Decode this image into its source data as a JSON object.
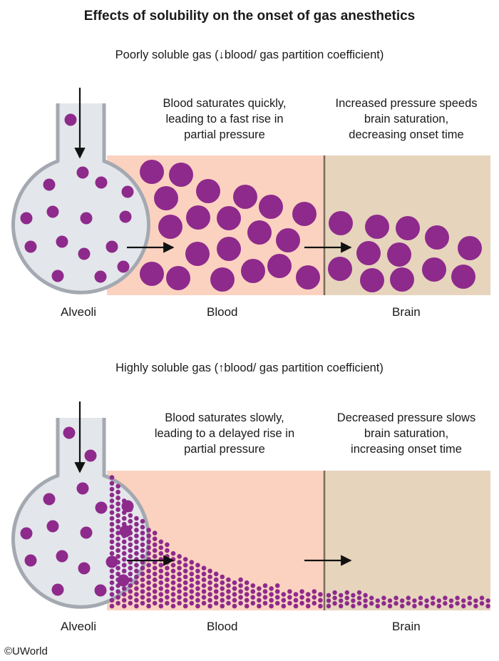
{
  "title": "Effects of solubility on the onset of gas anesthetics",
  "colors": {
    "particle": "#8e2a8c",
    "blood_bg": "#fbd2c0",
    "brain_bg": "#e6d4bd",
    "alveoli_fill": "#e3e6ea",
    "alveoli_stroke": "#a4a9b1",
    "divider": "#7a6b5d"
  },
  "panel_top": {
    "heading_prefix": "Poorly soluble gas (",
    "heading_glyph": "↓",
    "heading_suffix": "blood/ gas partition coefficient)",
    "blood_caption": "Blood saturates quickly,\nleading to a fast rise in\npartial pressure",
    "brain_caption": "Increased pressure speeds\nbrain saturation,\ndecreasing onset time",
    "label_alveoli": "Alveoli",
    "label_blood": "Blood",
    "label_brain": "Brain"
  },
  "panel_bottom": {
    "heading_prefix": "Highly soluble gas (",
    "heading_glyph": "↑",
    "heading_suffix": "blood/ gas partition coefficient)",
    "blood_caption": "Blood saturates slowly,\nleading to a delayed rise in\npartial pressure",
    "brain_caption": "Decreased pressure slows\nbrain saturation,\nincreasing onset time",
    "label_alveoli": "Alveoli",
    "label_blood": "Blood",
    "label_brain": "Brain"
  },
  "copyright": "©UWorld"
}
